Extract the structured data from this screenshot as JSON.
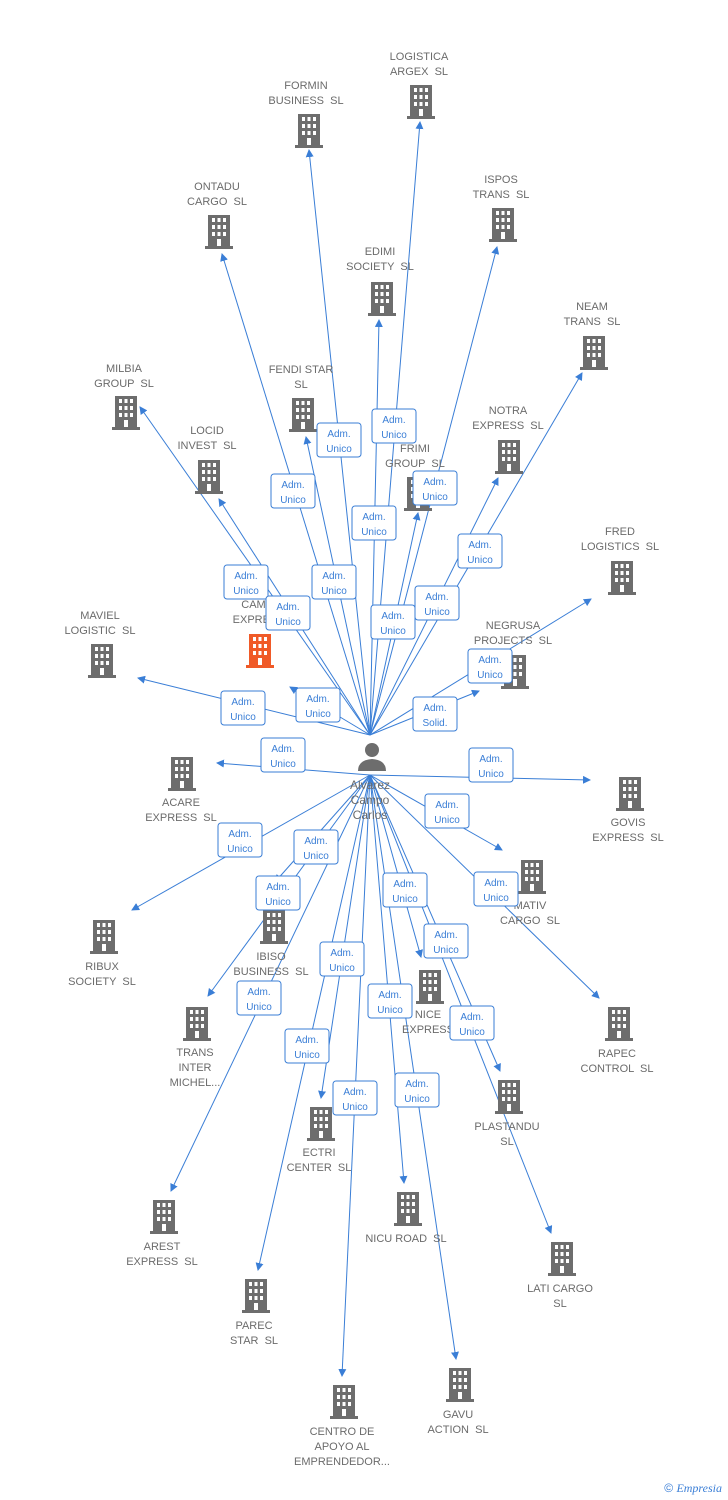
{
  "center": {
    "lines": [
      "Alvarez",
      "Campo",
      "Carlos"
    ]
  },
  "colors": {
    "edge": "#3a7ed6",
    "building": "#6d6d6d",
    "highlight": "#f05a28",
    "person": "#6d6d6d"
  },
  "companies": [
    {
      "id": "logistica-argex",
      "lines": [
        "LOGISTICA",
        "ARGEX  SL"
      ],
      "role": [
        "Adm.",
        "Unico"
      ]
    },
    {
      "id": "formin-business",
      "lines": [
        "FORMIN",
        "BUSINESS  SL"
      ],
      "role": [
        "Adm.",
        "Unico"
      ]
    },
    {
      "id": "ispos-trans",
      "lines": [
        "ISPOS",
        "TRANS  SL"
      ],
      "role": [
        "Adm.",
        "Unico"
      ]
    },
    {
      "id": "ontadu-cargo",
      "lines": [
        "ONTADU",
        "CARGO  SL"
      ],
      "role": [
        "Adm.",
        "Unico"
      ]
    },
    {
      "id": "edimi-society",
      "lines": [
        "EDIMI",
        "SOCIETY  SL"
      ],
      "role": [
        "Adm.",
        "Unico"
      ]
    },
    {
      "id": "neam-trans",
      "lines": [
        "NEAM",
        "TRANS  SL"
      ],
      "role": [
        "Adm.",
        "Unico"
      ]
    },
    {
      "id": "milbia-group",
      "lines": [
        "MILBIA",
        "GROUP  SL"
      ],
      "role": [
        "Adm.",
        "Unico"
      ]
    },
    {
      "id": "fendi-star",
      "lines": [
        "FENDI STAR",
        "SL"
      ],
      "role": [
        "Adm.",
        "Unico"
      ]
    },
    {
      "id": "notra-express",
      "lines": [
        "NOTRA",
        "EXPRESS  SL"
      ],
      "role": [
        "Adm.",
        "Unico"
      ]
    },
    {
      "id": "locid-invest",
      "lines": [
        "LOCID",
        "INVEST  SL"
      ],
      "role": [
        "Adm.",
        "Unico"
      ]
    },
    {
      "id": "frimi-group",
      "lines": [
        "FRIMI",
        "GROUP  SL"
      ],
      "role": [
        "Adm.",
        "Unico"
      ]
    },
    {
      "id": "fred-logistics",
      "lines": [
        "FRED",
        "LOGISTICS  SL"
      ],
      "role": [
        "Adm.",
        "Unico"
      ]
    },
    {
      "id": "cami-express",
      "lines": [
        "CAMI",
        "EXPRES"
      ],
      "role": [
        "Adm.",
        "Unico"
      ],
      "highlight": true
    },
    {
      "id": "negrusa-projects",
      "lines": [
        "NEGRUSA",
        "PROJECTS  SL"
      ],
      "role": [
        "Adm.",
        "Solid."
      ]
    },
    {
      "id": "maviel-logistic",
      "lines": [
        "MAVIEL",
        "LOGISTIC  SL"
      ],
      "role": [
        "Adm.",
        "Unico"
      ]
    },
    {
      "id": "acare-express",
      "lines": [
        "ACARE",
        "EXPRESS  SL"
      ],
      "role": [
        "Adm.",
        "Unico"
      ]
    },
    {
      "id": "govis-express",
      "lines": [
        "GOVIS",
        "EXPRESS  SL"
      ],
      "role": [
        "Adm.",
        "Unico"
      ]
    },
    {
      "id": "mativ-cargo",
      "lines": [
        "MATIV",
        "CARGO  SL"
      ],
      "role": [
        "Adm.",
        "Unico"
      ]
    },
    {
      "id": "ribux-society",
      "lines": [
        "RIBUX",
        "SOCIETY  SL"
      ],
      "role": [
        "Adm.",
        "Unico"
      ]
    },
    {
      "id": "ibiso-business",
      "lines": [
        "IBISO",
        "BUSINESS  SL"
      ],
      "role": [
        "Adm.",
        "Unico"
      ]
    },
    {
      "id": "rapec-control",
      "lines": [
        "RAPEC",
        "CONTROL  SL"
      ],
      "role": [
        "Adm.",
        "Unico"
      ]
    },
    {
      "id": "nice-express",
      "lines": [
        "NICE",
        "EXPRESS"
      ],
      "role": [
        "Adm.",
        "Unico"
      ]
    },
    {
      "id": "trans-inter-michel",
      "lines": [
        "TRANS",
        "INTER",
        "MICHEL..."
      ],
      "role": [
        "Adm.",
        "Unico"
      ]
    },
    {
      "id": "plastandu",
      "lines": [
        "PLASTANDU",
        "SL"
      ],
      "role": [
        "Adm.",
        "Unico"
      ]
    },
    {
      "id": "ectri-center",
      "lines": [
        "ECTRI",
        "CENTER  SL"
      ],
      "role": [
        "Adm.",
        "Unico"
      ]
    },
    {
      "id": "arest-express",
      "lines": [
        "AREST",
        "EXPRESS  SL"
      ],
      "role": [
        "Adm.",
        "Unico"
      ]
    },
    {
      "id": "nicu-road",
      "lines": [
        "NICU ROAD  SL"
      ],
      "role": [
        "Adm.",
        "Unico"
      ]
    },
    {
      "id": "lati-cargo",
      "lines": [
        "LATI CARGO",
        "SL"
      ],
      "role": [
        "Adm.",
        "Unico"
      ]
    },
    {
      "id": "parec-star",
      "lines": [
        "PAREC",
        "STAR  SL"
      ],
      "role": [
        "Adm.",
        "Unico"
      ]
    },
    {
      "id": "gavu-action",
      "lines": [
        "GAVU",
        "ACTION  SL"
      ],
      "role": [
        "Adm.",
        "Unico"
      ]
    },
    {
      "id": "centro-de-apoyo",
      "lines": [
        "CENTRO DE",
        "APOYO AL",
        "EMPRENDEDOR..."
      ],
      "role": [
        "Adm.",
        "Unico"
      ]
    }
  ],
  "footer": {
    "copyright": "©",
    "brand": "Empresia"
  }
}
